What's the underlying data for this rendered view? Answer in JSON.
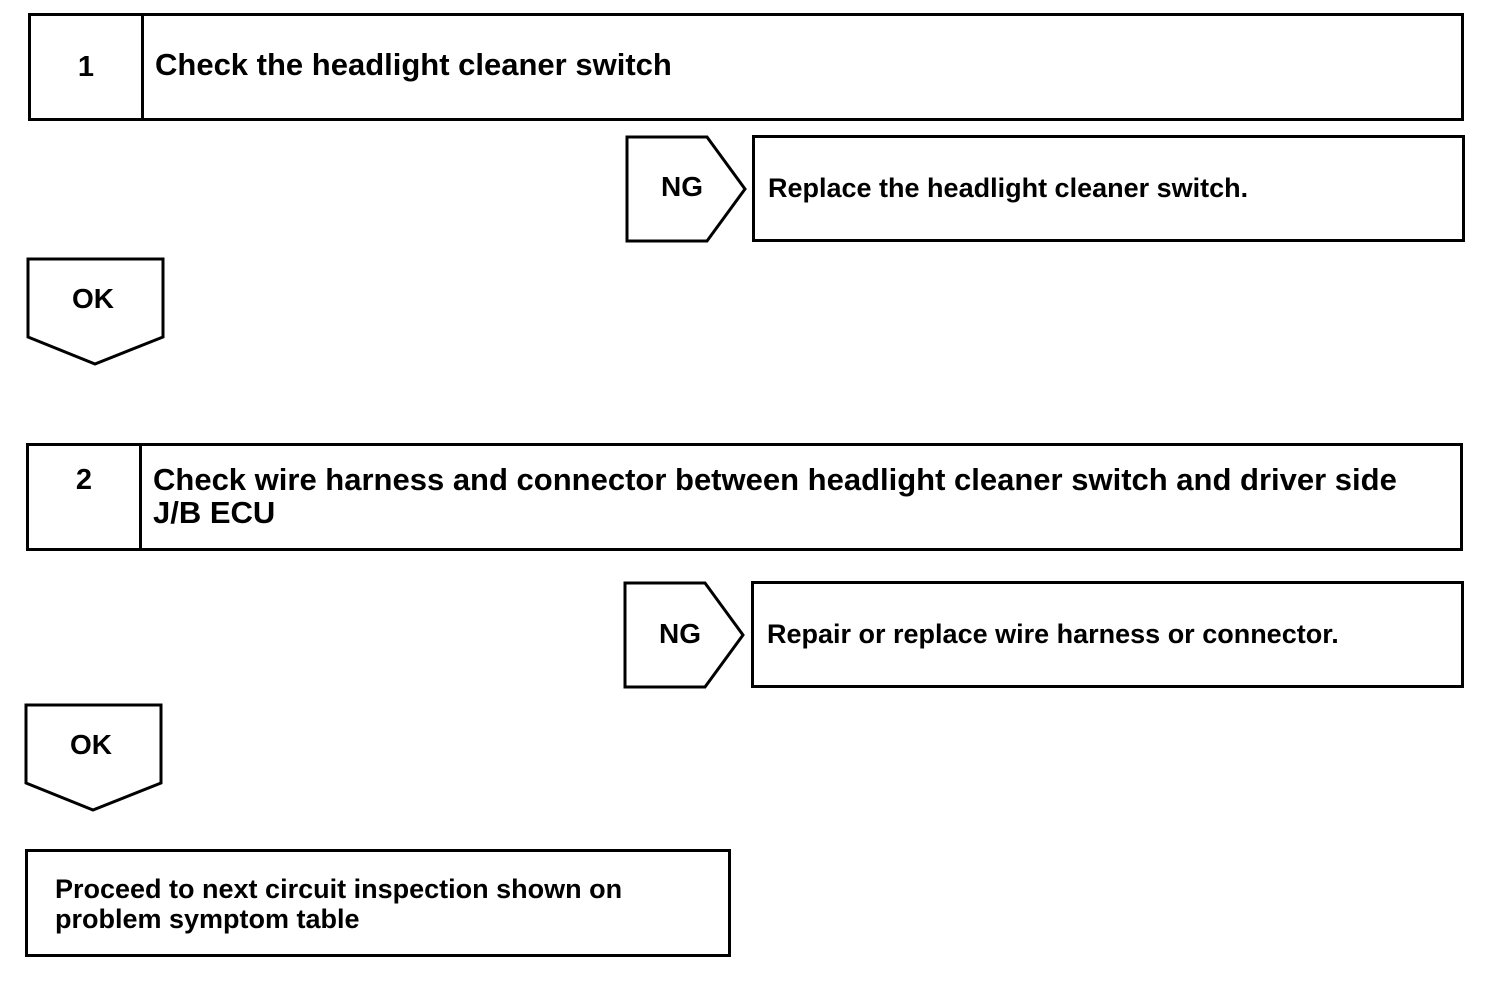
{
  "flow": {
    "step1": {
      "number": "1",
      "text": "Check the headlight cleaner switch",
      "ng_label": "NG",
      "ng_action": "Replace the headlight cleaner switch.",
      "ok_label": "OK"
    },
    "step2": {
      "number": "2",
      "text": "Check wire harness and connector between headlight cleaner switch and driver side J/B ECU",
      "ng_label": "NG",
      "ng_action": "Repair or replace wire harness or connector.",
      "ok_label": "OK"
    },
    "final": {
      "text": "Proceed to next circuit inspection shown on problem symptom table"
    }
  }
}
